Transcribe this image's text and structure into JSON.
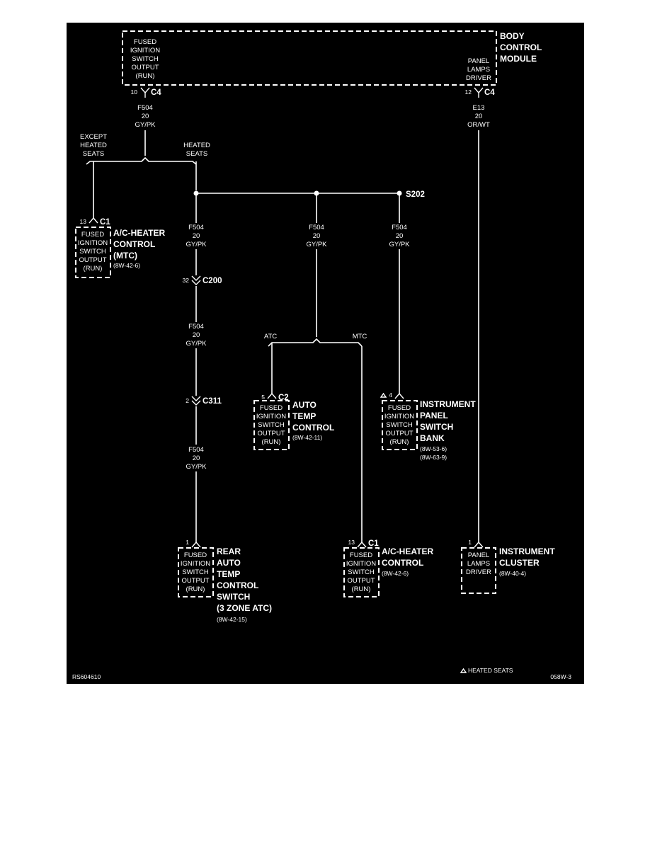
{
  "bcm": {
    "title": [
      "BODY",
      "CONTROL",
      "MODULE"
    ],
    "fused_output": [
      "FUSED",
      "IGNITION",
      "SWITCH",
      "OUTPUT",
      "(RUN)"
    ],
    "panel_lamps_driver": [
      "PANEL",
      "LAMPS",
      "DRIVER"
    ],
    "pin_left": "10",
    "pin_right": "12",
    "connector": "C4"
  },
  "wires": {
    "f504": [
      "F504",
      "20",
      "GY/PK"
    ],
    "e13": [
      "E13",
      "20",
      "OR/WT"
    ]
  },
  "branch_labels": {
    "except_heated": [
      "EXCEPT",
      "HEATED",
      "SEATS"
    ],
    "heated": [
      "HEATED",
      "SEATS"
    ],
    "atc": "ATC",
    "mtc": "MTC"
  },
  "splice": "S202",
  "inline_connectors": {
    "c200": {
      "pin": "32",
      "name": "C200"
    },
    "c311": {
      "pin": "2",
      "name": "C311"
    }
  },
  "components": {
    "ac_heater_mtc": {
      "pin": "13",
      "connector": "C1",
      "lines": [
        "FUSED",
        "IGNITION",
        "SWITCH",
        "OUTPUT",
        "(RUN)"
      ],
      "title": [
        "A/C-HEATER",
        "CONTROL",
        "(MTC)"
      ],
      "refs": [
        "(8W-42-6)"
      ]
    },
    "auto_temp": {
      "pin": "5",
      "connector": "C2",
      "lines": [
        "FUSED",
        "IGNITION",
        "SWITCH",
        "OUTPUT",
        "(RUN)"
      ],
      "title": [
        "AUTO",
        "TEMP",
        "CONTROL"
      ],
      "refs": [
        "(8W-42-11)"
      ]
    },
    "switch_bank": {
      "pin": "4",
      "connector": "",
      "lines": [
        "FUSED",
        "IGNITION",
        "SWITCH",
        "OUTPUT",
        "(RUN)"
      ],
      "title": [
        "INSTRUMENT",
        "PANEL",
        "SWITCH",
        "BANK"
      ],
      "refs": [
        "(8W-53-6)",
        "(8W-63-9)"
      ]
    },
    "rear_auto_temp": {
      "pin": "1",
      "connector": "",
      "lines": [
        "FUSED",
        "IGNITION",
        "SWITCH",
        "OUTPUT",
        "(RUN)"
      ],
      "title": [
        "REAR",
        "AUTO",
        "TEMP",
        "CONTROL",
        "SWITCH",
        "(3 ZONE ATC)"
      ],
      "refs": [
        "(8W-42-15)"
      ]
    },
    "ac_heater_bottom": {
      "pin": "13",
      "connector": "C1",
      "lines": [
        "FUSED",
        "IGNITION",
        "SWITCH",
        "OUTPUT",
        "(RUN)"
      ],
      "title": [
        "A/C-HEATER",
        "CONTROL"
      ],
      "refs": [
        "(8W-42-6)"
      ]
    },
    "cluster": {
      "pin": "1",
      "connector": "",
      "lines": [
        "PANEL",
        "LAMPS",
        "DRIVER"
      ],
      "title": [
        "INSTRUMENT",
        "CLUSTER"
      ],
      "refs": [
        "(8W-40-4)"
      ]
    }
  },
  "footer": {
    "left_code": "RS604610",
    "note": "HEATED SEATS",
    "right_code": "058W-3"
  }
}
